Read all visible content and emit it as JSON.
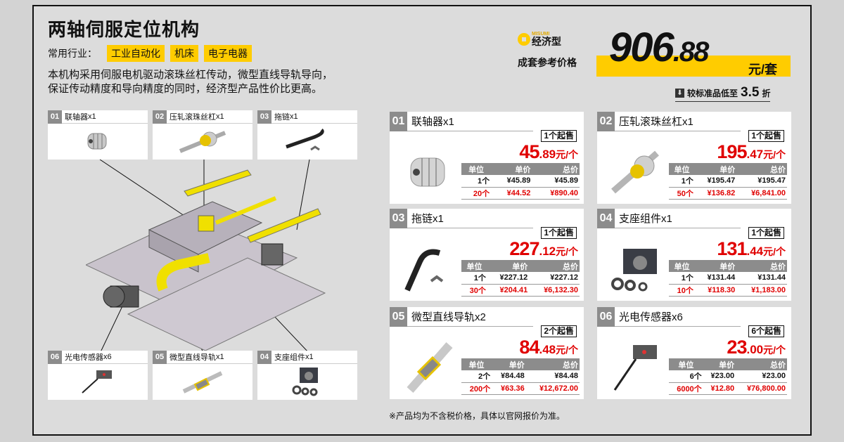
{
  "header": {
    "title": "两轴伺服定位机构",
    "industry_label": "常用行业：",
    "industries": [
      "工业自动化",
      "机床",
      "电子电器"
    ],
    "description_line1": "本机构采用伺服电机驱动滚珠丝杠传动，微型直线导轨导向，",
    "description_line2": "保证传动精度和导向精度的同时，经济型产品性价比更高。"
  },
  "price_summary": {
    "brand_small": "MISUMI",
    "brand_label": "经济型",
    "set_label": "成套参考价格",
    "price_int": "906",
    "price_dec": ".88",
    "unit": "元/套",
    "discount_text": "较标准品低至",
    "discount_value": "3.5",
    "discount_suffix": "折",
    "accent_color": "#ffcc00"
  },
  "diagram_labels": [
    {
      "no": "01",
      "name": "联轴器",
      "qty": " x1"
    },
    {
      "no": "02",
      "name": "压轧滚珠丝杠",
      "qty": " x1"
    },
    {
      "no": "03",
      "name": "拖链",
      "qty": " x1"
    },
    {
      "no": "06",
      "name": "光电传感器",
      "qty": " x6"
    },
    {
      "no": "05",
      "name": "微型直线导轨",
      "qty": " x1"
    },
    {
      "no": "04",
      "name": "支座组件",
      "qty": " x1"
    }
  ],
  "table_headers": {
    "unit": "单位",
    "unit_price": "单价",
    "total": "总价"
  },
  "products": [
    {
      "no": "01",
      "name": "联轴器x1",
      "moq": "1个起售",
      "price_int": "45",
      "price_dec": ".89",
      "price_unit": "元/个",
      "rows": [
        {
          "qty": "1个",
          "unit_price": "¥45.89",
          "total": "¥45.89"
        },
        {
          "qty": "20个",
          "unit_price": "¥44.52",
          "total": "¥890.40"
        }
      ]
    },
    {
      "no": "02",
      "name": "压轧滚珠丝杠x1",
      "moq": "1个起售",
      "price_int": "195",
      "price_dec": ".47",
      "price_unit": "元/个",
      "rows": [
        {
          "qty": "1个",
          "unit_price": "¥195.47",
          "total": "¥195.47"
        },
        {
          "qty": "50个",
          "unit_price": "¥136.82",
          "total": "¥6,841.00"
        }
      ]
    },
    {
      "no": "03",
      "name": "拖链x1",
      "moq": "1个起售",
      "price_int": "227",
      "price_dec": ".12",
      "price_unit": "元/个",
      "rows": [
        {
          "qty": "1个",
          "unit_price": "¥227.12",
          "total": "¥227.12"
        },
        {
          "qty": "30个",
          "unit_price": "¥204.41",
          "total": "¥6,132.30"
        }
      ]
    },
    {
      "no": "04",
      "name": "支座组件x1",
      "moq": "1个起售",
      "price_int": "131",
      "price_dec": ".44",
      "price_unit": "元/个",
      "rows": [
        {
          "qty": "1个",
          "unit_price": "¥131.44",
          "total": "¥131.44"
        },
        {
          "qty": "10个",
          "unit_price": "¥118.30",
          "total": "¥1,183.00"
        }
      ]
    },
    {
      "no": "05",
      "name": "微型直线导轨x2",
      "moq": "2个起售",
      "price_int": "84",
      "price_dec": ".48",
      "price_unit": "元/个",
      "rows": [
        {
          "qty": "2个",
          "unit_price": "¥84.48",
          "total": "¥84.48"
        },
        {
          "qty": "200个",
          "unit_price": "¥63.36",
          "total": "¥12,672.00"
        }
      ]
    },
    {
      "no": "06",
      "name": "光电传感器x6",
      "moq": "6个起售",
      "price_int": "23",
      "price_dec": ".00",
      "price_unit": "元/个",
      "rows": [
        {
          "qty": "6个",
          "unit_price": "¥23.00",
          "total": "¥23.00"
        },
        {
          "qty": "6000个",
          "unit_price": "¥12.80",
          "total": "¥76,800.00"
        }
      ]
    }
  ],
  "footer_note": "※产品均为不含税价格，具体以官网报价为准。",
  "colors": {
    "highlight": "#ffcc00",
    "price_red": "#e00000",
    "header_gray": "#8c8c8c"
  }
}
